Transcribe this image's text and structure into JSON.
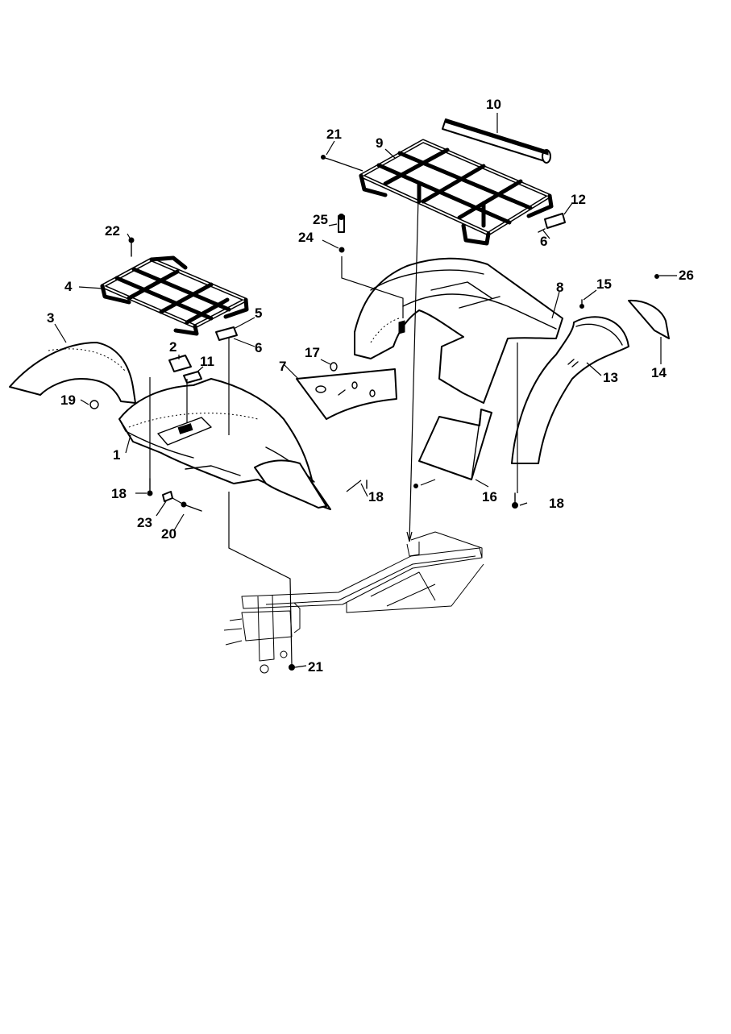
{
  "callouts": {
    "c1": "1",
    "c2": "2",
    "c3": "3",
    "c4": "4",
    "c5": "5",
    "c6a": "6",
    "c6b": "6",
    "c7": "7",
    "c8": "8",
    "c9": "9",
    "c10": "10",
    "c11": "11",
    "c12": "12",
    "c13": "13",
    "c14": "14",
    "c15": "15",
    "c16": "16",
    "c17": "17",
    "c18a": "18",
    "c18b": "18",
    "c18c": "18",
    "c19": "19",
    "c20": "20",
    "c21a": "21",
    "c21b": "21",
    "c22": "22",
    "c23": "23",
    "c24": "24",
    "c25": "25",
    "c26": "26"
  }
}
